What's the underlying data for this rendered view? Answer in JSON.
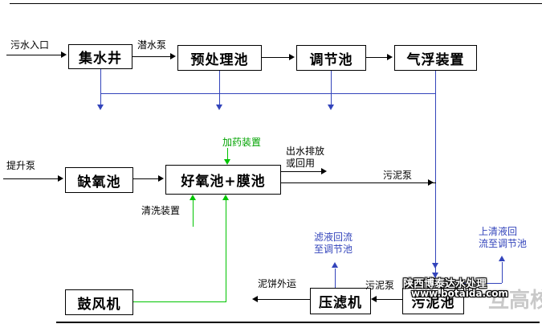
{
  "diagram": {
    "top_row": {
      "inlet_label": "污水入口",
      "collection_well": "集水井",
      "submersible_pump_label": "潜水泵",
      "pretreatment_tank": "预处理池",
      "regulation_tank": "调节池",
      "air_flotation_unit": "气浮装置"
    },
    "middle_row": {
      "lift_pump_label": "提升泵",
      "anoxic_tank": "缺氧池",
      "aerobic_membrane_tank": "好氧池+膜池",
      "dosing_device_label": "加药装置",
      "effluent_label_line1": "出水排放",
      "effluent_label_line2": "或回用",
      "sludge_pump_label": "污泥泵",
      "cleaning_device_label": "清洗装置"
    },
    "bottom_row": {
      "blower": "鼓风机",
      "filter_press": "压滤机",
      "sludge_tank": "污泥池",
      "mud_cake_label": "泥饼外运",
      "sludge_pump_label": "污泥泵",
      "filtrate_label_line1": "滤液回流",
      "filtrate_label_line2": "至调节池",
      "supernatant_label_line1": "上清液回",
      "supernatant_label_line2": "流至调节池"
    },
    "watermark": {
      "company": "陕西博泰达水处理",
      "url": "www.botaida.com",
      "gray_text": "互高校"
    },
    "colors": {
      "main_flow_line": "#000000",
      "drain_sludge_line": "#3344bb",
      "air_dosing_line": "#00c400",
      "watermark_gray": "#c9c9c9"
    }
  }
}
